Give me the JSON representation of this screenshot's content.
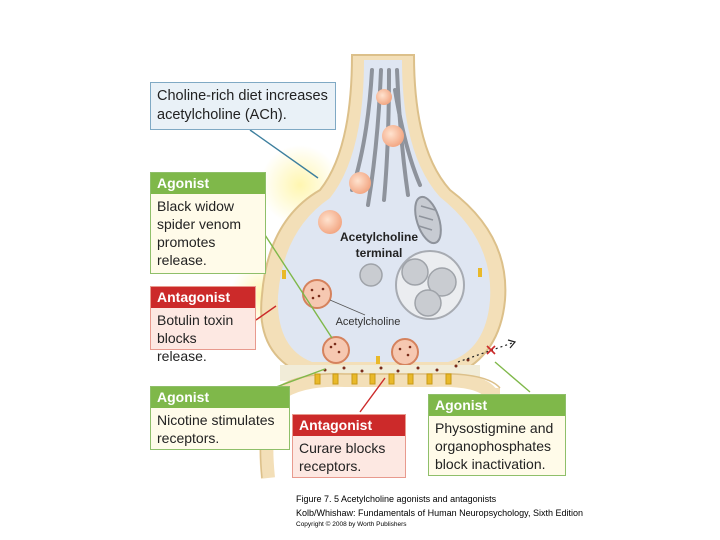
{
  "callouts": {
    "choline": {
      "text": "Choline-rich diet increases\nacetylcholine (ACh)."
    },
    "black_widow": {
      "header": "Agonist",
      "text": "Black widow\nspider venom\npromotes\nrelease."
    },
    "botulin": {
      "header": "Antagonist",
      "text": "Botulin toxin\nblocks release."
    },
    "nicotine": {
      "header": "Agonist",
      "text": "Nicotine stimulates\nreceptors."
    },
    "curare": {
      "header": "Antagonist",
      "text": "Curare blocks\nreceptors."
    },
    "physostigmine": {
      "header": "Agonist",
      "text": "Physostigmine and\norganophosphates\nblock inactivation."
    }
  },
  "labels": {
    "terminal_line1": "Acetylcholine",
    "terminal_line2": "terminal",
    "vesicle_label": "Acetylcholine"
  },
  "caption": {
    "figure": "Figure 7. 5 Acetylcholine agonists and antagonists",
    "source": "Kolb/Whishaw: Fundamentals of Human Neuropsychology, Sixth Edition",
    "copyright": "Copyright © 2008 by Worth Publishers"
  },
  "colors": {
    "agonist": "#7fb84a",
    "antagonist": "#cc2a2a",
    "terminal_fill": "#dfe6f2",
    "membrane": "#f3dfb8"
  }
}
